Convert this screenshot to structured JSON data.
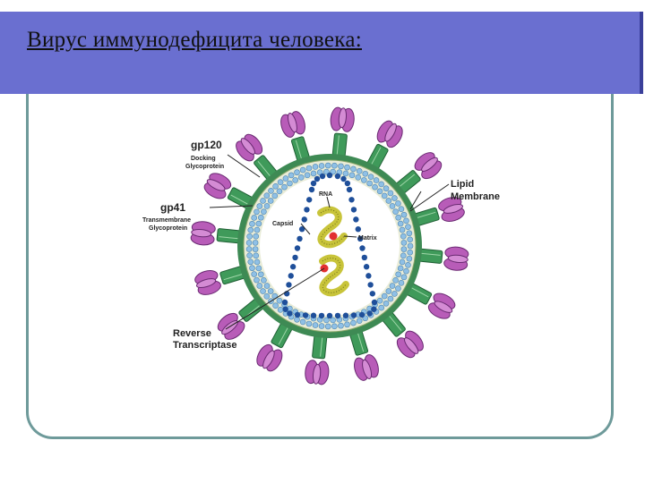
{
  "slide": {
    "title": "Вирус иммунодефицита человека:"
  },
  "diagram": {
    "labels": {
      "gp120": "gp120",
      "gp120_sub1": "Docking",
      "gp120_sub2": "Glycoprotein",
      "gp41": "gp41",
      "gp41_sub1": "Transmembrane",
      "gp41_sub2": "Glycoprotein",
      "rna": "RNA",
      "capsid": "Capsid",
      "matrix": "Matrix",
      "lipid1": "Lipid",
      "lipid2": "Membrane",
      "rt1": "Reverse",
      "rt2": "Transcriptase"
    },
    "colors": {
      "title_band": "#6a6fd0",
      "frame": "#6e9a9a",
      "envelope_fill": "#e9ecd8",
      "matrix_dots": "#8fc0e6",
      "capsid_dots": "#1f4f9a",
      "glycoprotein": "#b85cb8",
      "stalk": "#3f9a5a",
      "rna": "#c8c43a",
      "reverse_transcriptase": "#e23030"
    }
  }
}
